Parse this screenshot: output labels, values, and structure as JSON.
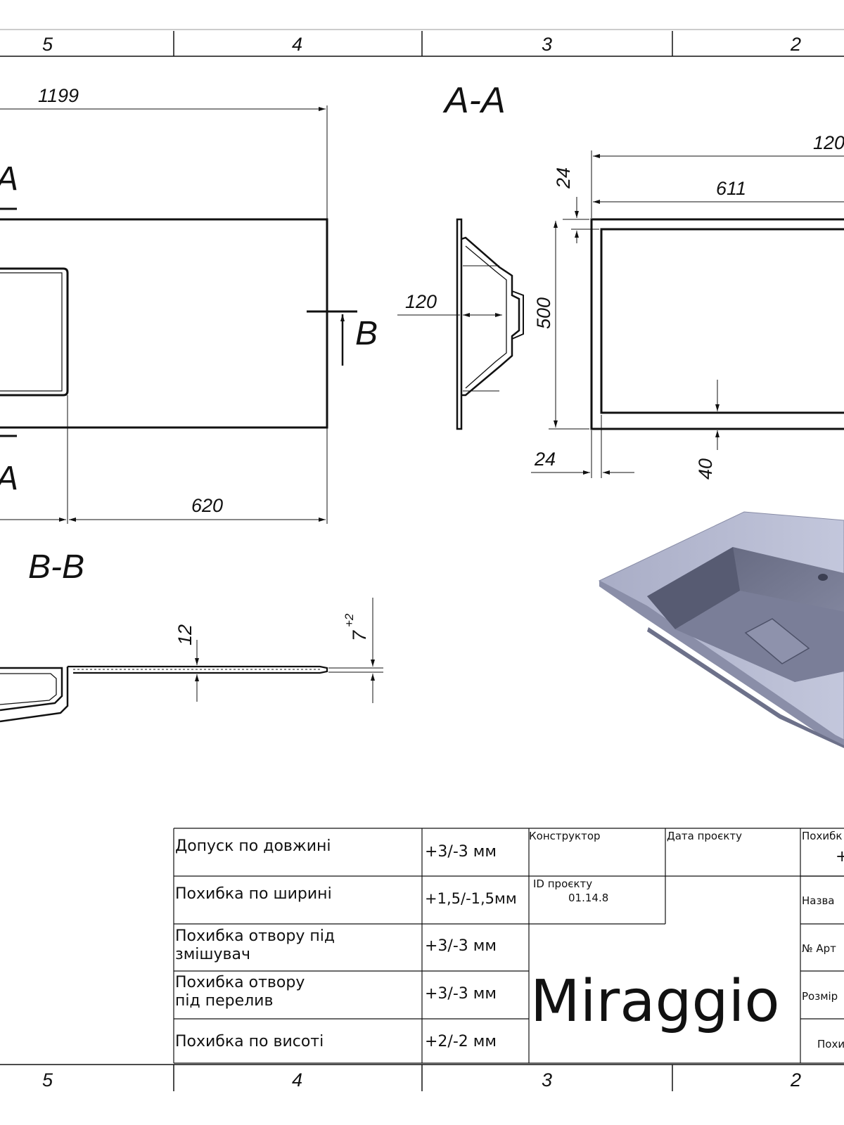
{
  "zone_labels": {
    "top": [
      "5",
      "4",
      "3",
      "2"
    ],
    "bottom": [
      "5",
      "4",
      "3",
      "2"
    ]
  },
  "plan_view": {
    "dim_length": "1199",
    "dim_basin": "620",
    "section_mark_top": "A",
    "section_mark_bottom": "A",
    "section_mark_right": "B"
  },
  "side_view": {
    "dim_depth": "120"
  },
  "section_aa": {
    "title": "A-A",
    "dim_overall": "120",
    "dim_inner": "611",
    "dim_rim_top": "24",
    "dim_height": "500",
    "dim_rim_left": "24",
    "dim_bottom": "40"
  },
  "section_bb": {
    "title": "B-B",
    "dim_thickness": "12",
    "dim_slope": "7",
    "dim_slope_tol": "+2"
  },
  "tolerance_table": {
    "rows": [
      {
        "label": "Допуск по довжині",
        "value": "+3/-3 мм"
      },
      {
        "label": "Похибка по ширині",
        "value": "+1,5/-1,5мм"
      },
      {
        "label_line1": "Похибка отвору під",
        "label_line2": "змішувач",
        "value": "+3/-3 мм"
      },
      {
        "label_line1": "Похибка отвору",
        "label_line2": "під перелив",
        "value": "+3/-3 мм"
      },
      {
        "label": "Похибка по висоті",
        "value": "+2/-2 мм"
      }
    ]
  },
  "title_block": {
    "designer_label": "Конструктор",
    "date_label": "Дата проєкту",
    "id_label": "ID проєкту",
    "id_value": "01.14.8",
    "logo": "Miraggio",
    "right_col": {
      "r1": "Похибк",
      "r1_value": "+",
      "r2": "Назва",
      "r3": "№ Арт",
      "r4": "Розмір",
      "r5": "Похи"
    }
  },
  "colors": {
    "line": "#111111",
    "render_top": "#b9bdd4",
    "render_basin": "#6b6f86",
    "render_side": "#9498b2"
  }
}
